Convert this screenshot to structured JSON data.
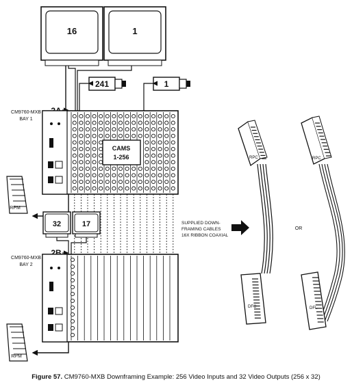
{
  "monitors_top": [
    "16",
    "1"
  ],
  "cameras": [
    "241",
    "1"
  ],
  "monitors_bottom": [
    "32",
    "17"
  ],
  "bay1": {
    "model": "CM9760-MXB",
    "bay": "BAY 1",
    "callout": "2A"
  },
  "bay2": {
    "model": "CM9760-MXB",
    "bay": "BAY 2",
    "callout": "2B"
  },
  "cams_label": [
    "CAMS",
    "1-256"
  ],
  "rpm_label": "RPM",
  "cable_note": [
    "SUPPLIED DOWN-",
    "FRAMING CABLES",
    "16X RIBBON COAXIAL"
  ],
  "connectors": {
    "rpc_left": "RPC",
    "dfc": "DFC",
    "rpc_right": "RPC",
    "dfl": "DFL"
  },
  "or_label": "OR",
  "caption": {
    "number": "Figure 57.",
    "text": "CM9760-MXB Downframing Example: 256 Video Inputs and 32 Video Outputs (256 x 32)"
  },
  "colors": {
    "line": "#111111",
    "panel": "#ffffff"
  }
}
